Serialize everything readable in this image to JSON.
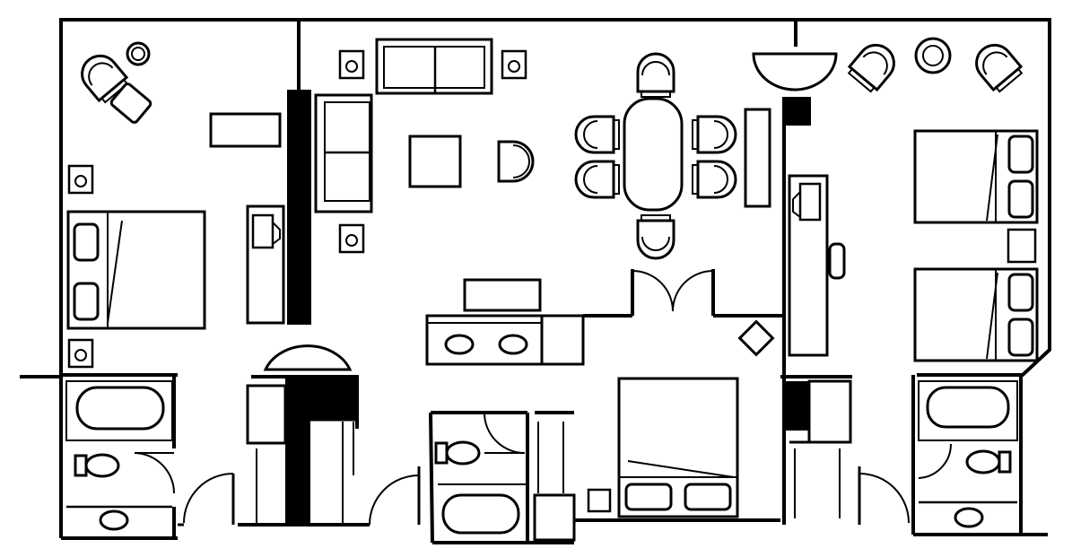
{
  "plan": {
    "colors": {
      "line": "#000000",
      "fill": "#ffffff",
      "wall": "#000000"
    },
    "rooms": [
      {
        "id": "left-bedroom"
      },
      {
        "id": "living-room"
      },
      {
        "id": "dining-area"
      },
      {
        "id": "center-bedroom"
      },
      {
        "id": "right-bedroom"
      },
      {
        "id": "left-bathroom"
      },
      {
        "id": "center-bathroom"
      },
      {
        "id": "right-bathroom"
      },
      {
        "id": "closets"
      }
    ]
  }
}
